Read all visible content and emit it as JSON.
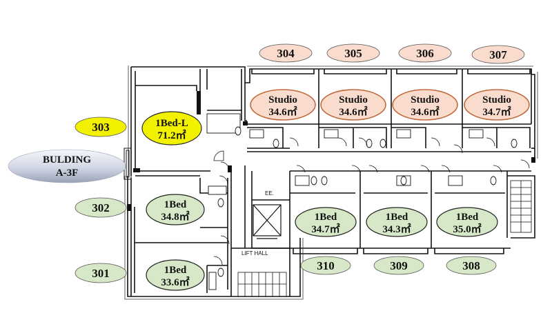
{
  "building": {
    "line1": "BULDING",
    "line2": "A-3F"
  },
  "labels": {
    "ee": "EE.",
    "lift_hall": "LIFT HALL"
  },
  "units": [
    {
      "id": "u303",
      "number": "303",
      "type": "1Bed-L",
      "area": "71.2㎡",
      "color": "#f2f200"
    },
    {
      "id": "u304",
      "number": "304",
      "type": "Studio",
      "area": "34.6㎡",
      "color": "#f9dccd"
    },
    {
      "id": "u305",
      "number": "305",
      "type": "Studio",
      "area": "34.6㎡",
      "color": "#f9dccd"
    },
    {
      "id": "u306",
      "number": "306",
      "type": "Studio",
      "area": "34.6㎡",
      "color": "#f9dccd"
    },
    {
      "id": "u307",
      "number": "307",
      "type": "Studio",
      "area": "34.7㎡",
      "color": "#f9dccd"
    },
    {
      "id": "u302",
      "number": "302",
      "type": "1Bed",
      "area": "34.8㎡",
      "color": "#d6e8c7"
    },
    {
      "id": "u301",
      "number": "301",
      "type": "1Bed",
      "area": "33.6㎡",
      "color": "#d6e8c7"
    },
    {
      "id": "u310",
      "number": "310",
      "type": "1Bed",
      "area": "34.7㎡",
      "color": "#d6e8c7"
    },
    {
      "id": "u309",
      "number": "309",
      "type": "1Bed",
      "area": "34.3㎡",
      "color": "#d6e8c7"
    },
    {
      "id": "u308",
      "number": "308",
      "type": "1Bed",
      "area": "35.0㎡",
      "color": "#d6e8c7"
    }
  ]
}
